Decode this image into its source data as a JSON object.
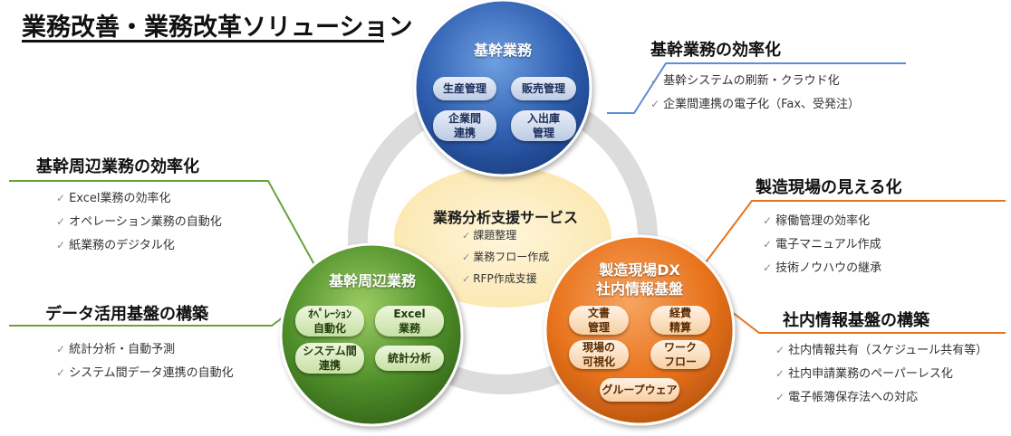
{
  "title": "業務改善・業務改革ソリューション",
  "colors": {
    "blue": "#2f5fb0",
    "green": "#4f8f2a",
    "orange": "#e8731c",
    "ring": "#dcdcdc",
    "center": "#fdf0c8"
  },
  "circles": {
    "core": {
      "label": "基幹業務",
      "pills": [
        "生産管理",
        "販売管理",
        "企業間\n連携",
        "入出庫\n管理"
      ]
    },
    "peripheral": {
      "label": "基幹周辺業務",
      "pills": [
        "ｵﾍﾟﾚｰｼｮﾝ\n自動化",
        "Excel\n業務",
        "システム間\n連携",
        "統計分析"
      ]
    },
    "factory": {
      "label_line1": "製造現場DX",
      "label_line2": "社内情報基盤",
      "pills": [
        "文書\n管理",
        "経費\n精算",
        "現場の\n可視化",
        "ワーク\nフロー",
        "グループウェア"
      ]
    }
  },
  "center": {
    "title": "業務分析支援サービス",
    "items": [
      "課題整理",
      "業務フロー作成",
      "RFP作成支援"
    ]
  },
  "callouts": {
    "core_efficiency": {
      "heading": "基幹業務の効率化",
      "items": [
        "基幹システムの刷新・クラウド化",
        "企業間連携の電子化（Fax、受発注）"
      ]
    },
    "peripheral_efficiency": {
      "heading": "基幹周辺業務の効率化",
      "items": [
        "Excel業務の効率化",
        "オペレーション業務の自動化",
        "紙業務のデジタル化"
      ]
    },
    "data_platform": {
      "heading": "データ活用基盤の構築",
      "items": [
        "統計分析・自動予測",
        "システム間データ連携の自動化"
      ]
    },
    "factory_visibility": {
      "heading": "製造現場の見える化",
      "items": [
        "稼働管理の効率化",
        "電子マニュアル作成",
        "技術ノウハウの継承"
      ]
    },
    "internal_platform": {
      "heading": "社内情報基盤の構築",
      "items": [
        "社内情報共有（スケジュール共有等）",
        "社内申請業務のペーパーレス化",
        "電子帳簿保存法への対応"
      ]
    }
  }
}
